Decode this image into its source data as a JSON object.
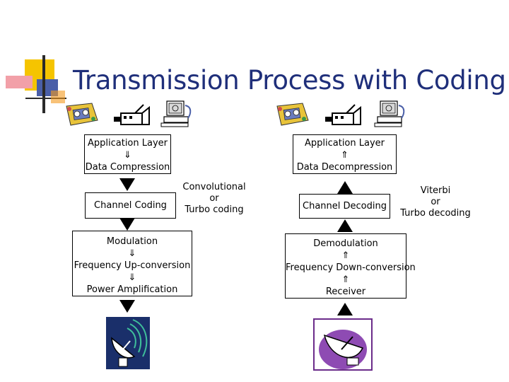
{
  "title": "Transmission Process with Coding",
  "transmitter": {
    "application_box": {
      "line1": "Application Layer",
      "arrow": "⇓",
      "line3": "Data Compression"
    },
    "channel_box": {
      "label": "Channel Coding"
    },
    "channel_note": {
      "line1": "Convolutional",
      "line2": "or",
      "line3": "Turbo coding"
    },
    "rf_box": {
      "line1": "Modulation",
      "arrow1": "⇓",
      "line2": "Frequency Up-conversion",
      "arrow2": "⇓",
      "line3": "Power Amplification"
    }
  },
  "receiver": {
    "application_box": {
      "line1": "Application Layer",
      "arrow": "⇑",
      "line3": "Data Decompression"
    },
    "channel_box": {
      "label": "Channel Decoding"
    },
    "channel_note": {
      "line1": "Viterbi",
      "line2": "or",
      "line3": "Turbo decoding"
    },
    "rf_box": {
      "line1": "Demodulation",
      "arrow1": "⇑",
      "line2": "Frequency Down-conversion",
      "arrow2": "⇑",
      "line3": "Receiver"
    }
  },
  "icons": [
    "bullet-logo-icon",
    "media-cassette-icon",
    "video-camera-icon",
    "computer-icon",
    "satellite-dish-icon"
  ],
  "colors": {
    "title": "#1f2f7a",
    "logo_yellow": "#f5c400",
    "logo_orange": "#f39a1e",
    "logo_pink": "#f2a0a8",
    "logo_blue": "#4a5fa8"
  }
}
